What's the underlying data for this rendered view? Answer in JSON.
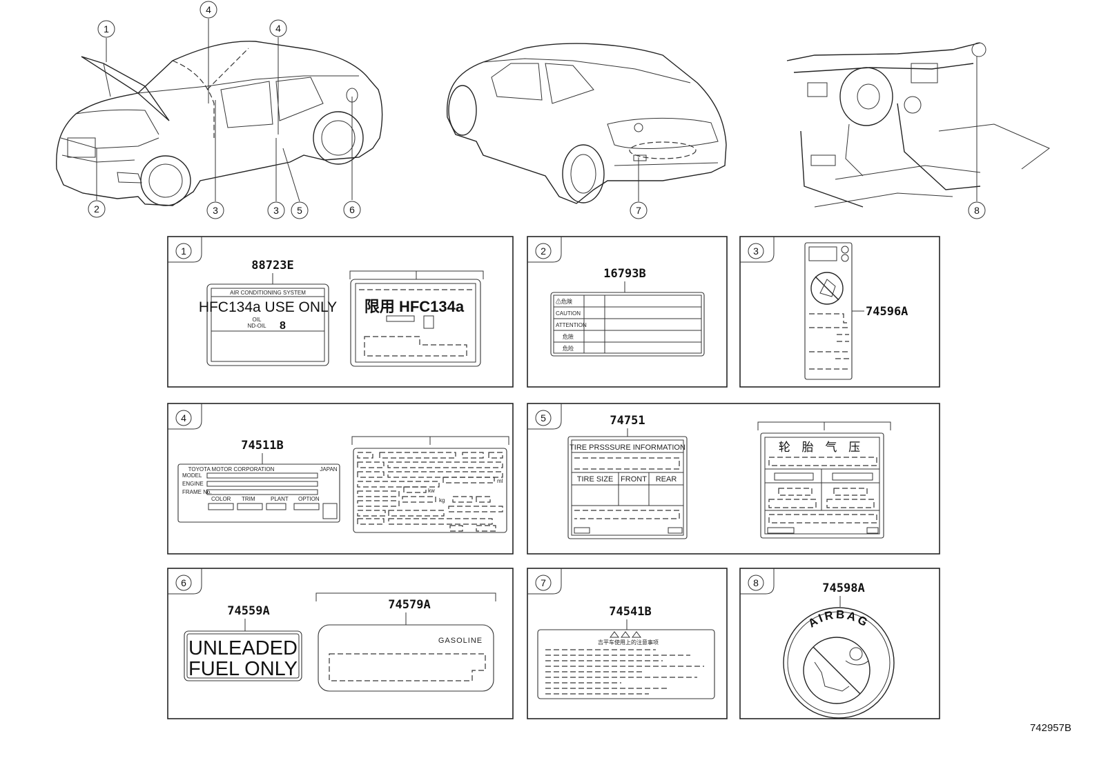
{
  "callouts": [
    "1",
    "2",
    "3",
    "4",
    "5",
    "6",
    "7",
    "8"
  ],
  "panels": {
    "p1": {
      "num": "1",
      "part_a": "88723E",
      "ac_title": "AIR CONDITIONING SYSTEM",
      "ac_main": "HFC134a USE ONLY",
      "ac_oil_label": "OIL\nND-OIL",
      "ac_oil_value": "8",
      "cn_text": "限用 HFC134a"
    },
    "p2": {
      "num": "2",
      "part": "16793B",
      "rows": [
        "⚠危険",
        "CAUTION",
        "ATTENTION",
        "危險",
        "危险"
      ]
    },
    "p3": {
      "num": "3",
      "part": "74596A"
    },
    "p4": {
      "num": "4",
      "part": "74511B",
      "corp": "TOYOTA MOTOR CORPORATION",
      "country": "JAPAN",
      "model": "MODEL",
      "engine": "ENGINE",
      "frame": "FRAME No.",
      "color": "COLOR",
      "trim": "TRIM",
      "plant": "PLANT",
      "option": "OPTION",
      "unit_ml": "ml",
      "unit_kw": "kw",
      "unit_kg": "kg"
    },
    "p5": {
      "num": "5",
      "part": "74751",
      "tire_title": "TIRE PRSSSURE INFORMATION",
      "col_size": "TIRE SIZE",
      "col_front": "FRONT",
      "col_rear": "REAR",
      "cn_title": "轮 胎 气 压"
    },
    "p6": {
      "num": "6",
      "part_a": "74559A",
      "part_b": "74579A",
      "unleaded_1": "UNLEADED",
      "unleaded_2": "FUEL ONLY",
      "gasoline": "GASOLINE"
    },
    "p7": {
      "num": "7",
      "part": "74541B",
      "cn_heading": "吉平车使用上的注意事项"
    },
    "p8": {
      "num": "8",
      "part": "74598A",
      "airbag": "AIRBAG"
    }
  },
  "diagram_id": "742957B"
}
